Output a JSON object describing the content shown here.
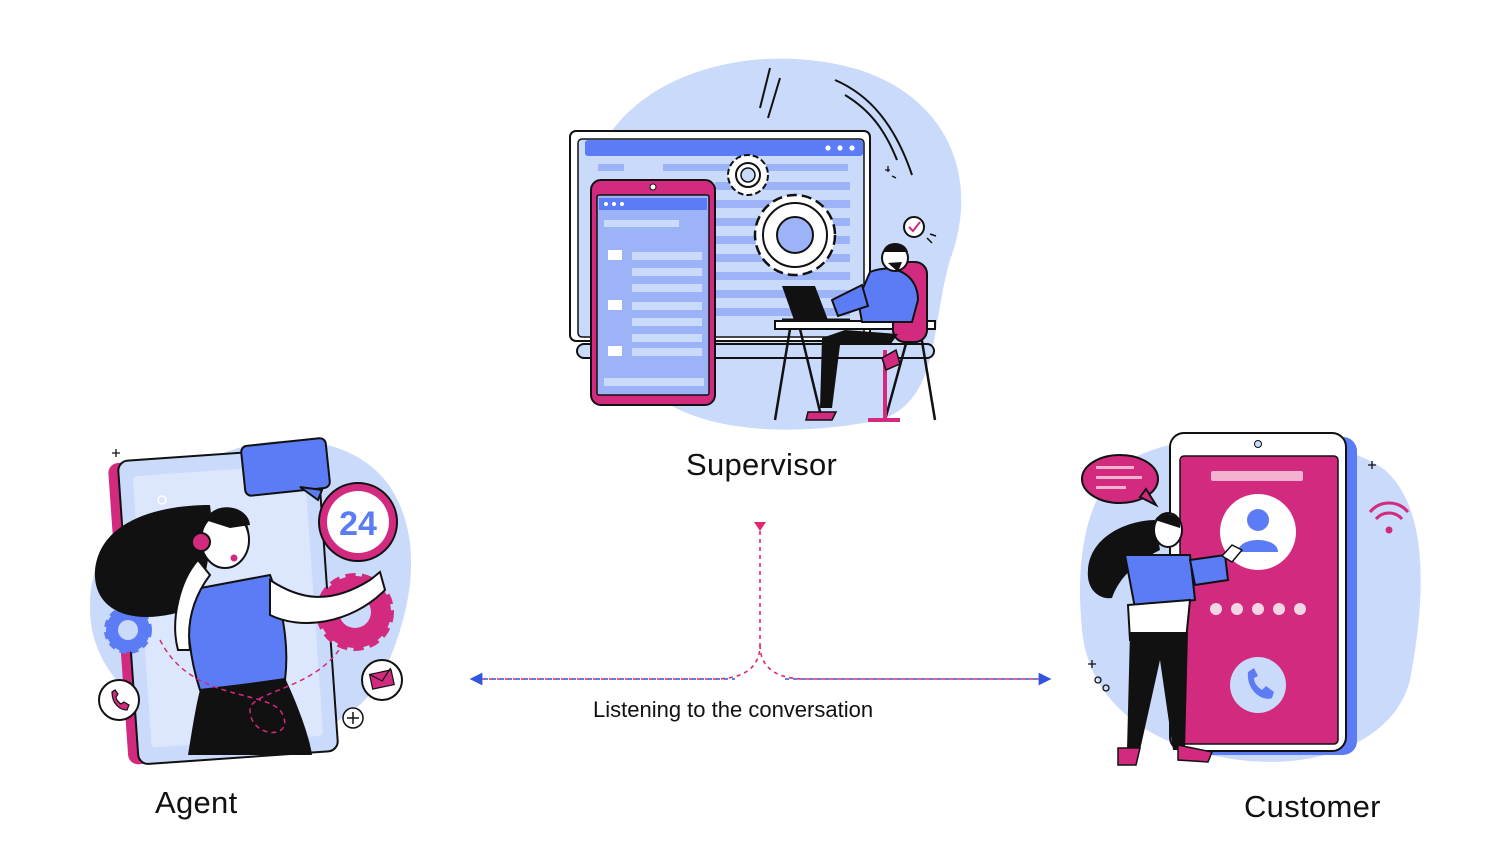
{
  "roles": {
    "supervisor": "Supervisor",
    "agent": "Agent",
    "customer": "Customer"
  },
  "connector_caption": "Listening to the conversation",
  "agent_badge": "24",
  "icons": {
    "supervisor": [
      "monitor-illustration",
      "tablet-icon",
      "gear-icon",
      "laptop-icon",
      "check-icon",
      "person-at-desk"
    ],
    "agent": [
      "phone-frame-illustration",
      "chat-bubble-icon",
      "24-hours-badge-icon",
      "gear-icon",
      "phone-icon",
      "mail-icon",
      "plus-icon",
      "person-with-headset"
    ],
    "customer": [
      "smartphone-illustration",
      "contact-avatar-icon",
      "phone-call-icon",
      "wifi-icon",
      "chat-bubble-icon",
      "person-standing"
    ]
  },
  "colors": {
    "accent_blue": "#5C7CF5",
    "accent_magenta": "#D22A7E",
    "light_blue": "#C9DAFB",
    "outline": "#111111",
    "connector_pink": "#E0286F",
    "connector_blue": "#3355DD"
  }
}
